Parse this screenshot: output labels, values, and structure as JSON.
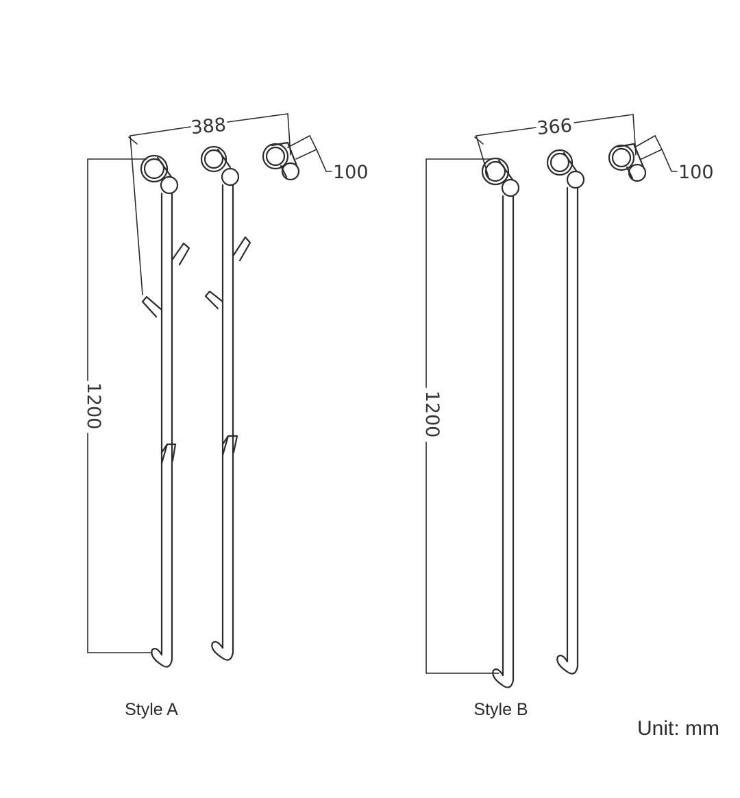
{
  "style_a": {
    "caption": "Style A",
    "width_dim": "388",
    "height_dim": "1200",
    "depth_dim": "100"
  },
  "style_b": {
    "caption": "Style B",
    "width_dim": "366",
    "height_dim": "1200",
    "depth_dim": "100"
  },
  "unit_label": "Unit: mm",
  "colors": {
    "line": "#2b2b2b",
    "text": "#333333",
    "background": "#ffffff"
  }
}
